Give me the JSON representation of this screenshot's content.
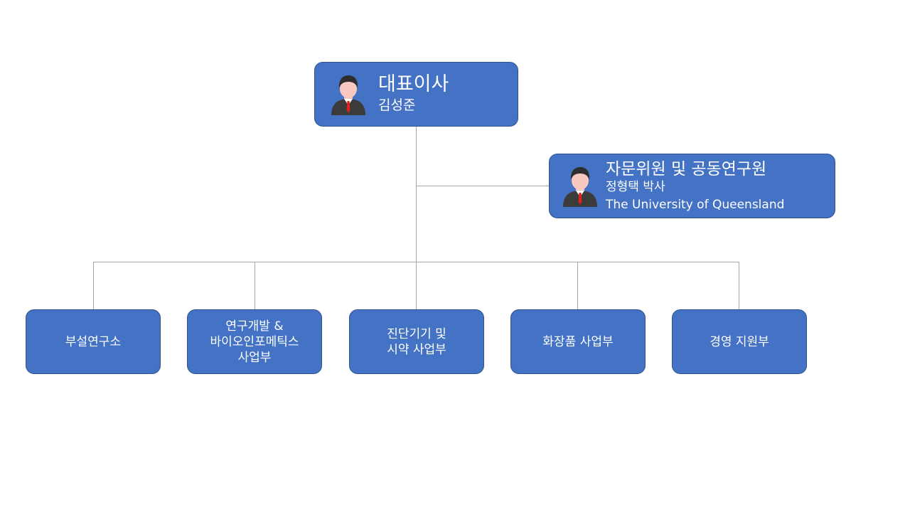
{
  "ceo": {
    "title": "대표이사",
    "name": "김성준"
  },
  "advisor": {
    "title": "자문위원 및 공동연구원",
    "name": "정형택 박사",
    "affiliation": "The University of Queensland"
  },
  "departments": [
    {
      "label": "부설연구소"
    },
    {
      "label": "연구개발 &\n바이오인포메틱스\n사업부"
    },
    {
      "label": "진단기기 및\n시약 사업부"
    },
    {
      "label": "화장품 사업부"
    },
    {
      "label": "경영 지원부"
    }
  ],
  "colors": {
    "box_fill": "#4472c4",
    "box_border": "#2f528f",
    "connector": "#a6a6a6",
    "text": "#ffffff"
  },
  "icons": {
    "person": "person-suit-icon"
  }
}
